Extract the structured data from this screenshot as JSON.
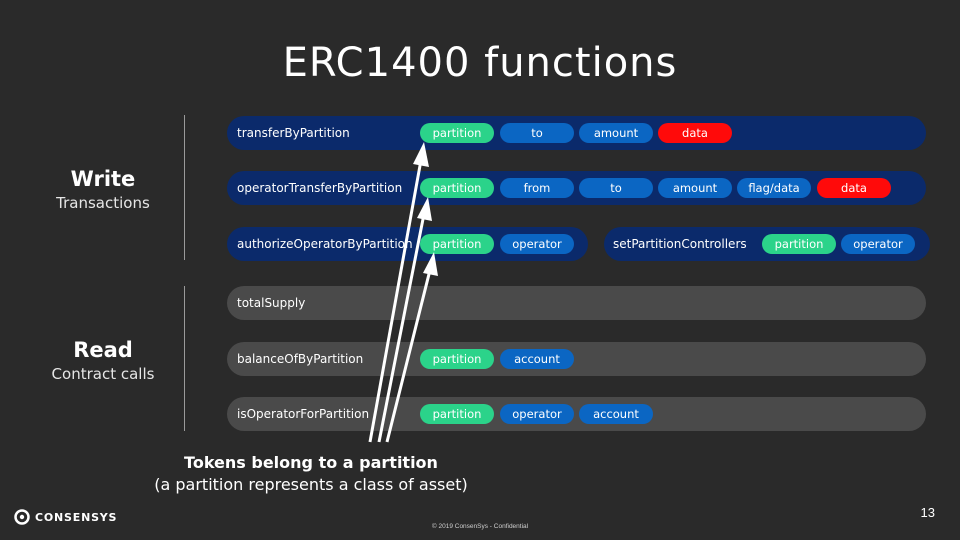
{
  "slide": {
    "title": "ERC1400 functions",
    "page_number": "13",
    "footer": "© 2019 ConsenSys - Confidential",
    "logo_text": "CONSENSYS"
  },
  "sections": {
    "write": {
      "heading": "Write",
      "sub": "Transactions"
    },
    "read": {
      "heading": "Read",
      "sub": "Contract calls"
    }
  },
  "functions": {
    "transferByPartition": {
      "name": "transferByPartition",
      "params": [
        "partition",
        "to",
        "amount",
        "data"
      ]
    },
    "operatorTransferByPartition": {
      "name": "operatorTransferByPartition",
      "params": [
        "partition",
        "from",
        "to",
        "amount",
        "flag/data",
        "data"
      ]
    },
    "authorizeOperatorByPartition": {
      "name": "authorizeOperatorByPartition",
      "params": [
        "partition",
        "operator"
      ]
    },
    "setPartitionControllers": {
      "name": "setPartitionControllers",
      "params": [
        "partition",
        "operator"
      ]
    },
    "totalSupply": {
      "name": "totalSupply",
      "params": []
    },
    "balanceOfByPartition": {
      "name": "balanceOfByPartition",
      "params": [
        "partition",
        "account"
      ]
    },
    "isOperatorForPartition": {
      "name": "isOperatorForPartition",
      "params": [
        "partition",
        "operator",
        "account"
      ]
    }
  },
  "caption": {
    "line1": "Tokens belong to a partition",
    "line2": "(a partition represents a class of asset)"
  },
  "colors": {
    "background": "#2a2a2a",
    "write_bar": "#0b2a6b",
    "read_bar": "#4a4a4a",
    "partition_pill": "#2bd38a",
    "param_pill": "#0b66c3",
    "data_pill": "#ff0a0a",
    "arrow": "#ffffff"
  }
}
